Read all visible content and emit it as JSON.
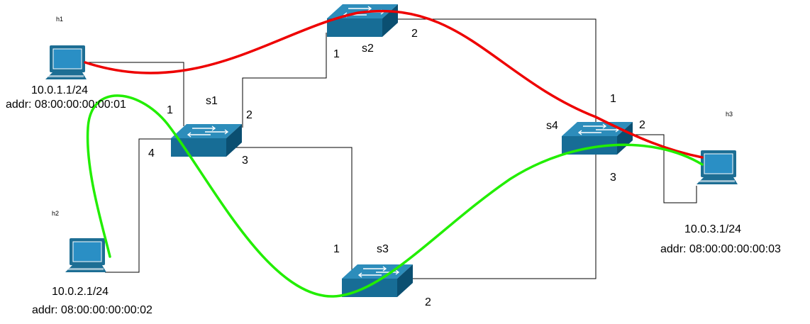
{
  "colors": {
    "switch_front": "#176d96",
    "switch_top": "#2d8dbb",
    "switch_side": "#0b4f71",
    "host_body": "#1d6e94",
    "host_screen": "#2a8fc5",
    "path_red": "#ee0000",
    "path_green": "#22ee00",
    "link": "#000000"
  },
  "hosts": {
    "h1": {
      "name": "h1",
      "ip": "10.0.1.1/24",
      "addr": "addr: 08:00:00:00:00:01",
      "icon": "computer-icon"
    },
    "h2": {
      "name": "h2",
      "ip": "10.0.2.1/24",
      "addr": "addr: 08:00:00:00:00:02",
      "icon": "computer-icon"
    },
    "h3": {
      "name": "h3",
      "ip": "10.0.3.1/24",
      "addr": "addr: 08:00:00:00:00:03",
      "icon": "computer-icon"
    }
  },
  "switches": {
    "s1": {
      "name": "s1",
      "ports": {
        "p1": "1",
        "p2": "2",
        "p3": "3",
        "p4": "4"
      },
      "icon": "network-switch-icon"
    },
    "s2": {
      "name": "s2",
      "ports": {
        "p1": "1",
        "p2": "2"
      },
      "icon": "network-switch-icon"
    },
    "s3": {
      "name": "s3",
      "ports": {
        "p1": "1",
        "p2": "2"
      },
      "icon": "network-switch-icon"
    },
    "s4": {
      "name": "s4",
      "ports": {
        "p1": "1",
        "p2": "2",
        "p3": "3"
      },
      "icon": "network-switch-icon"
    }
  }
}
